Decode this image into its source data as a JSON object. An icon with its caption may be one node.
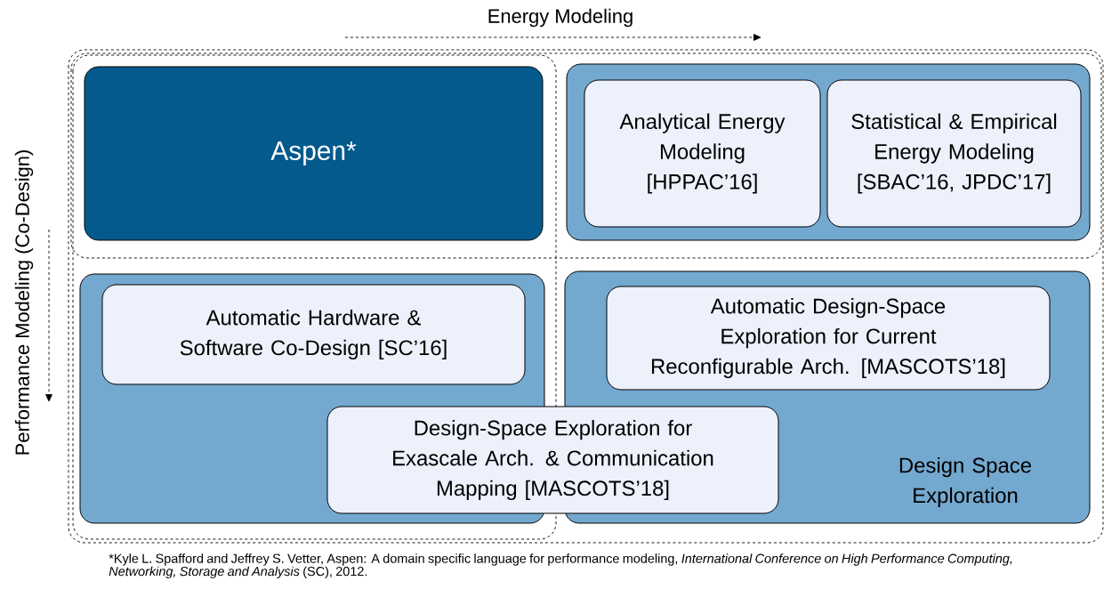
{
  "diagram": {
    "nodes": [
      {
        "text": [
          "Aspen*"
        ]
      },
      {
        "text": [],
        "shape": "box"
      },
      {
        "text": [
          "Analytical Energy Modeling [HPPAC’16]"
        ],
        "in": 1
      },
      {
        "text": [
          "Statistical & Empirical Energy Modeling [SBAC’16, JPDC’17]"
        ],
        "in": 1
      },
      {
        "text": [],
        "shape": "box"
      },
      {
        "text": [
          "Automatic Hardware & Software Co-Design [SC’16]"
        ],
        "in": 4
      },
      {
        "text": [
          "Design Space Exploration"
        ]
      },
      {
        "text": [
          "Automatic Design-Space Exploration for Current Reconfigurable Arch. [MASCOTS’18]"
        ],
        "in": 6
      },
      {
        "text": [
          "Design-Space Exploration for Exascale Arch. & Communication Mapping [MASCOTS’18]"
        ]
      }
    ],
    "edges": [],
    "labels": [
      "Energy Modeling",
      "Performance Modeling (Co-Design)",
      "*Kyle L. Spafford and Jeffrey S. Vetter, Aspen: A domain specific language for performance modeling, *International Conference on High Performance Computing, Networking, Storage and Analysis* (SC), 2012."
    ]
  }
}
